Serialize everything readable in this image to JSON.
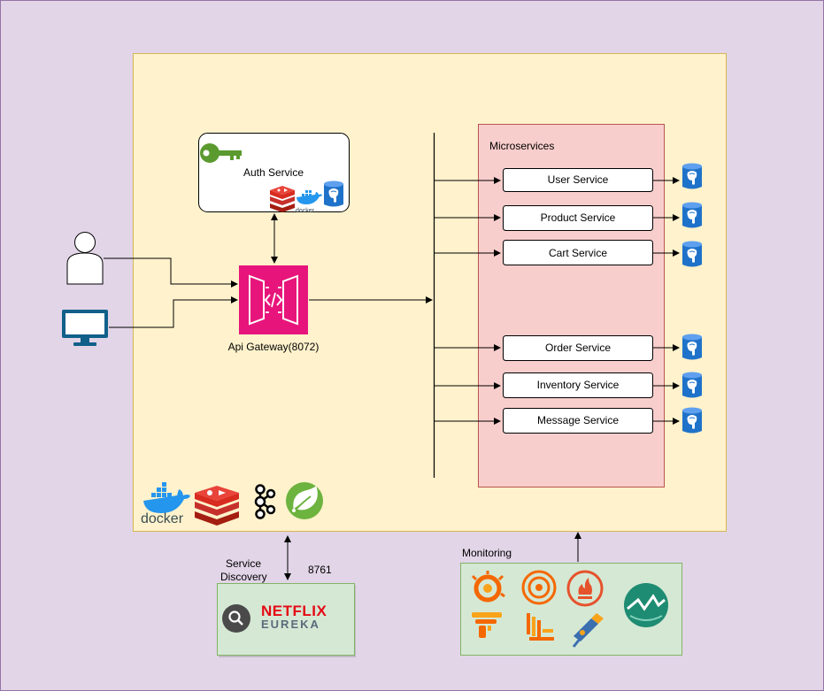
{
  "labels": {
    "auth_service": "Auth Service",
    "api_gateway": "Api Gateway(8072)",
    "microservices": "Microservices",
    "service_discovery_line1": "Service",
    "service_discovery_line2": "Discovery",
    "eureka_port": "8761",
    "monitoring": "Monitoring",
    "netflix": "NETFLIX",
    "eureka": "EUREKA",
    "docker": "docker"
  },
  "services": [
    {
      "name": "User Service"
    },
    {
      "name": "Product Service"
    },
    {
      "name": "Cart Service"
    },
    {
      "name": "Order Service"
    },
    {
      "name": "Inventory Service"
    },
    {
      "name": "Message Service"
    }
  ],
  "colors": {
    "background": "#e1d5e7",
    "system_box": "#fff2cc",
    "system_border": "#d6b656",
    "microservices_box": "#f8cecc",
    "microservices_border": "#b85450",
    "panel_green": "#d5e8d4",
    "panel_green_border": "#82b366",
    "gateway": "#e7157b",
    "client_icon": "#10608a",
    "postgres_db": "#1f72c9",
    "redis": "#d82c20",
    "spring": "#6db33f",
    "key": "#5b9a2e",
    "grafana": "#f46800",
    "prometheus": "#e6522c",
    "mimir": "#1e8c72"
  },
  "icons": [
    "user-icon",
    "monitor-icon",
    "key-icon",
    "redis-icon",
    "docker-icon",
    "postgres-db-icon",
    "api-gateway-icon",
    "kafka-icon",
    "spring-icon",
    "search-icon",
    "grafana-icon",
    "prometheus-icon",
    "loki-icon",
    "tempo-icon",
    "telescope-icon",
    "mimir-icon"
  ]
}
